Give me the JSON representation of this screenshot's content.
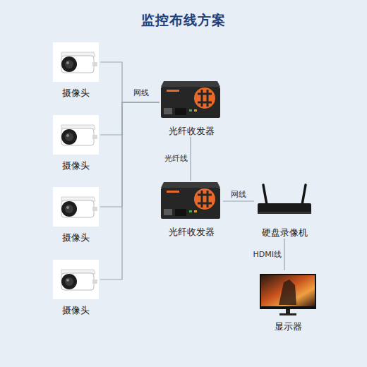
{
  "diagram": {
    "title": "监控布线方案",
    "nodes": [
      {
        "text": [
          "摄像头"
        ]
      },
      {
        "text": [
          "摄像头"
        ]
      },
      {
        "text": [
          "摄像头"
        ]
      },
      {
        "text": [
          "摄像头"
        ]
      },
      {
        "text": [
          "光纤收发器"
        ]
      },
      {
        "text": [
          "光纤收发器"
        ]
      },
      {
        "text": [
          "硬盘录像机"
        ]
      },
      {
        "text": [
          "显示器"
        ]
      }
    ],
    "edges": [
      {
        "from": 0,
        "to": 4,
        "arrow": "none",
        "label": "网线"
      },
      {
        "from": 1,
        "to": 4,
        "arrow": "none"
      },
      {
        "from": 2,
        "to": 4,
        "arrow": "none"
      },
      {
        "from": 3,
        "to": 4,
        "arrow": "none"
      },
      {
        "from": 4,
        "to": 5,
        "arrow": "none",
        "label": "光纤线"
      },
      {
        "from": 5,
        "to": 6,
        "arrow": "none",
        "label": "网线"
      },
      {
        "from": 6,
        "to": 7,
        "arrow": "none",
        "label": "HDMI线"
      }
    ]
  }
}
